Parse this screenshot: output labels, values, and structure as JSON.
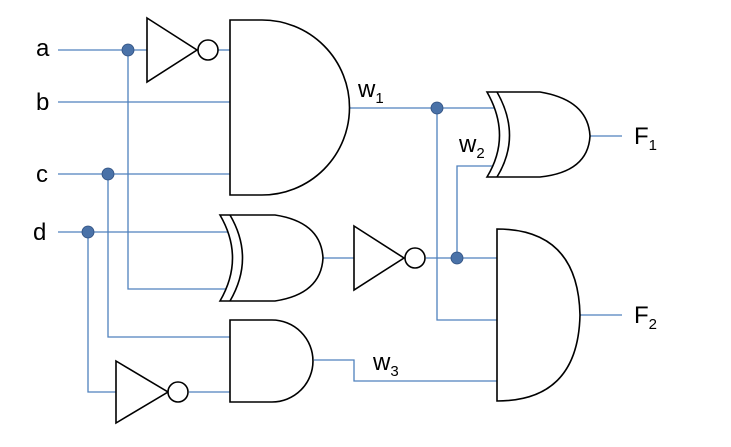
{
  "inputs": {
    "a": "a",
    "b": "b",
    "c": "c",
    "d": "d"
  },
  "wires": {
    "w1": {
      "main": "w",
      "sub": "1"
    },
    "w2": {
      "main": "w",
      "sub": "2"
    },
    "w3": {
      "main": "w",
      "sub": "3"
    }
  },
  "outputs": {
    "f1": {
      "main": "F",
      "sub": "1"
    },
    "f2": {
      "main": "F",
      "sub": "2"
    }
  },
  "colors": {
    "wire": "#4f81bd",
    "junction": "#4a72a8",
    "gate_outline": "#000000"
  }
}
